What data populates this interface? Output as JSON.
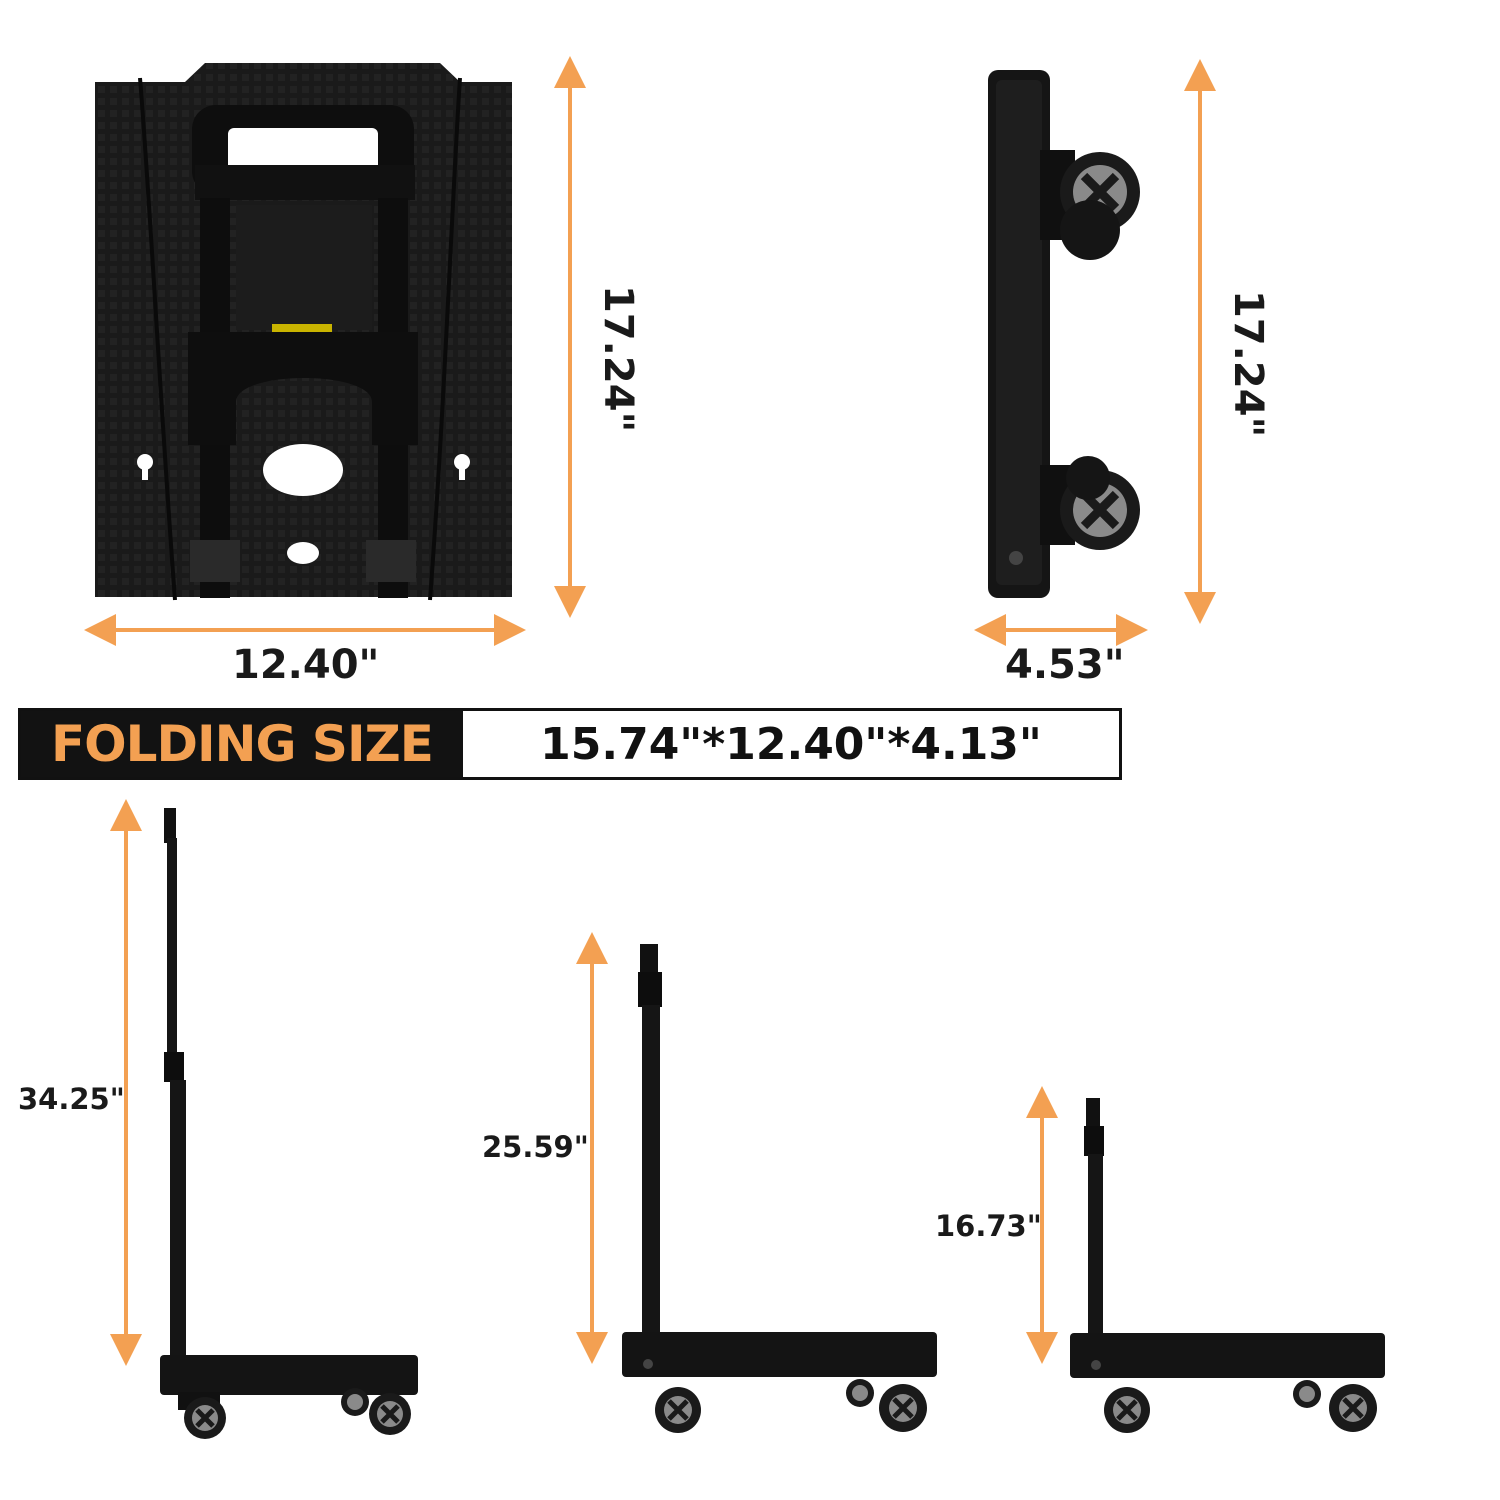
{
  "colors": {
    "arrow": "#f3a052",
    "product": "#161616",
    "wheel_hub": "#8a8a8a",
    "banner_bg": "#121212"
  },
  "top_views": {
    "front": {
      "height_label": "17.24\"",
      "width_label": "12.40\""
    },
    "side": {
      "height_label": "17.24\"",
      "width_label": "4.53\""
    }
  },
  "banner": {
    "label": "FOLDING SIZE",
    "value": "15.74\"*12.40\"*4.13\""
  },
  "heights": [
    {
      "label": "34.25\""
    },
    {
      "label": "25.59\""
    },
    {
      "label": "16.73\""
    }
  ]
}
